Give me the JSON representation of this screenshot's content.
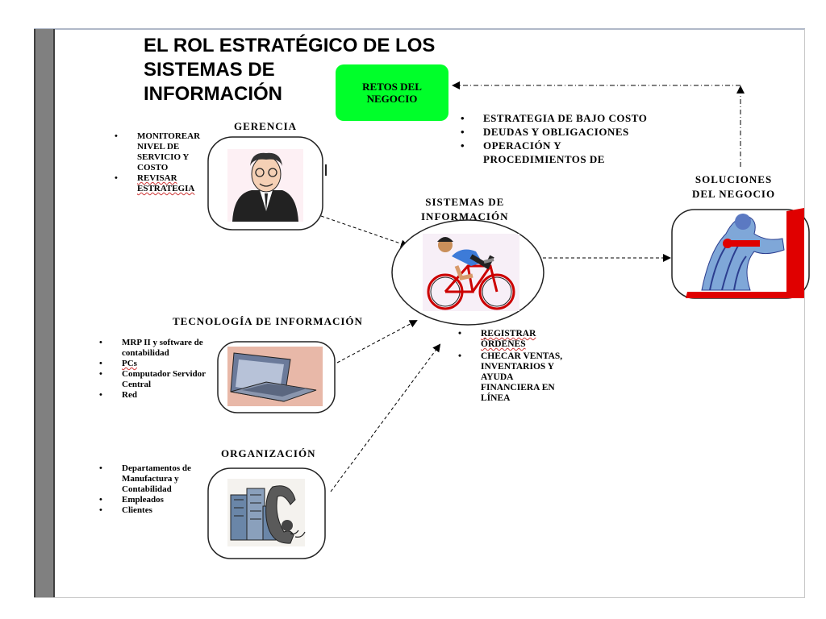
{
  "title": "EL ROL ESTRATÉGICO DE LOS\nSISTEMAS DE\nINFORMACIÓN",
  "retos": {
    "label": "RETOS DEL\nNEGOCIO"
  },
  "retos_list": [
    "ESTRATEGIA DE BAJO COSTO",
    "DEUDAS Y OBLIGACIONES",
    "OPERACIÓN Y PROCEDIMIENTOS DE"
  ],
  "gerencia": {
    "heading": "GERENCIA",
    "items": [
      "MONITOREAR NIVEL DE SERVICIO Y COSTO",
      "REVISAR ESTRATEGIA"
    ]
  },
  "sistemas": {
    "heading": "SISTEMAS DE\nINFORMACIÓN",
    "items": [
      "REGISTRAR ÓRDENES",
      "CHECAR VENTAS, INVENTARIOS Y AYUDA FINANCIERA EN LÍNEA"
    ]
  },
  "soluciones": {
    "heading": "SOLUCIONES\nDEL NEGOCIO"
  },
  "tecnologia": {
    "heading": "TECNOLOGÍA DE INFORMACIÓN",
    "items": [
      "MRP II y software de contabilidad",
      "PCs",
      "Computador Servidor Central",
      "Red"
    ]
  },
  "organizacion": {
    "heading": "ORGANIZACIÓN",
    "items": [
      "Departamentos de Manufactura y Contabilidad",
      "Empleados",
      "Clientes"
    ]
  },
  "colors": {
    "retos_fill": "#00ff2a",
    "sidebar": "#808080"
  },
  "icons": [
    "businessman-clipart",
    "cyclist-clipart",
    "runner-clipart",
    "laptop-clipart",
    "telephone-city-clipart"
  ]
}
